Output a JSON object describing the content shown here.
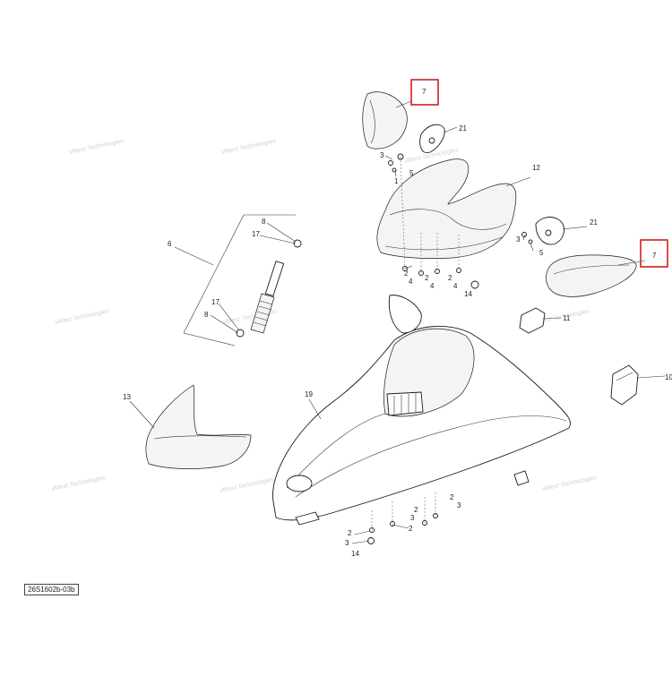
{
  "diagram": {
    "reference_code": "26S1602b-03b",
    "watermark_text": "vMest Technologies",
    "highlight_color": "#d11f1f",
    "callouts": {
      "c7_top": "7",
      "c21_top": "21",
      "c12": "12",
      "c3_top": "3",
      "c5_top": "5",
      "c1_top": "1",
      "c21_right": "21",
      "c7_right": "7",
      "c3_right": "3",
      "c5_right": "5",
      "c11": "11",
      "c10": "10",
      "c6": "6",
      "c8_top": "8",
      "c17_top": "17",
      "c17_bottom": "17",
      "c8_bottom": "8",
      "c2_mid_a": "2",
      "c4_mid_a": "4",
      "c2_mid_b": "2",
      "c4_mid_b": "4",
      "c2_mid_c": "2",
      "c4_mid_c": "4",
      "c14_mid": "14",
      "c13": "13",
      "c19": "19",
      "c2_low_a": "2",
      "c3_low_a": "3",
      "c2_low_b": "2",
      "c3_low_b": "3",
      "c2_low_c": "2",
      "c2_left": "2",
      "c3_left": "3",
      "c14_left": "14"
    }
  }
}
